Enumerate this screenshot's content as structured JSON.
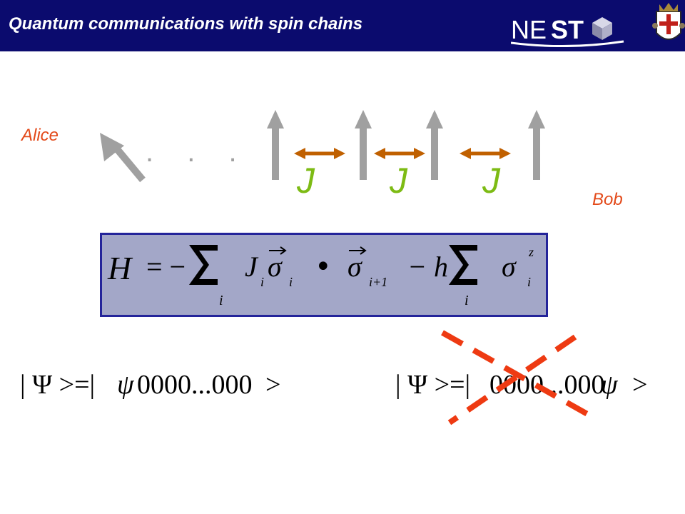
{
  "header": {
    "title": "Quantum communications with spin chains",
    "logo_text": {
      "ne": "NE",
      "st": "ST"
    },
    "background_color": "#0b0b6e"
  },
  "diagram": {
    "labels": {
      "alice": "Alice",
      "bob": "Bob",
      "dots": ". . ."
    },
    "coupling": [
      "J",
      "J",
      "J"
    ],
    "colors": {
      "spin_arrow": "#a0a0a0",
      "coupling_arrow": "#c06000",
      "coupling_text": "#7dbb14",
      "alice": "#e34a1a",
      "bob": "#e34a1a",
      "cross": "#ee3a12",
      "box_fill": "#a3a7c8",
      "box_border": "#24249a"
    },
    "icons": [
      "spin-up-arrow",
      "spin-tilted-arrow",
      "double-headed-arrow",
      "cross-out-icon"
    ]
  },
  "hamiltonian": {
    "lhs": "H",
    "eq": "= −",
    "sum1_index": "i",
    "coupling": "J",
    "coupling_index": "i",
    "sigma": "σ",
    "sigma1_index": "i",
    "dot": "•",
    "sigma2_index": "i+1",
    "minus_h": "− h",
    "sum2_index": "i",
    "sigma3_sup": "z",
    "sigma3_index": "i"
  },
  "states": {
    "correct": {
      "prefix": "| Ψ  >=|",
      "psi": "ψ",
      "bits": "0000...000",
      "close": ">"
    },
    "crossed": {
      "prefix": "| Ψ  >=|",
      "bits": "0000...000",
      "psi": "ψ",
      "close": ">"
    }
  }
}
